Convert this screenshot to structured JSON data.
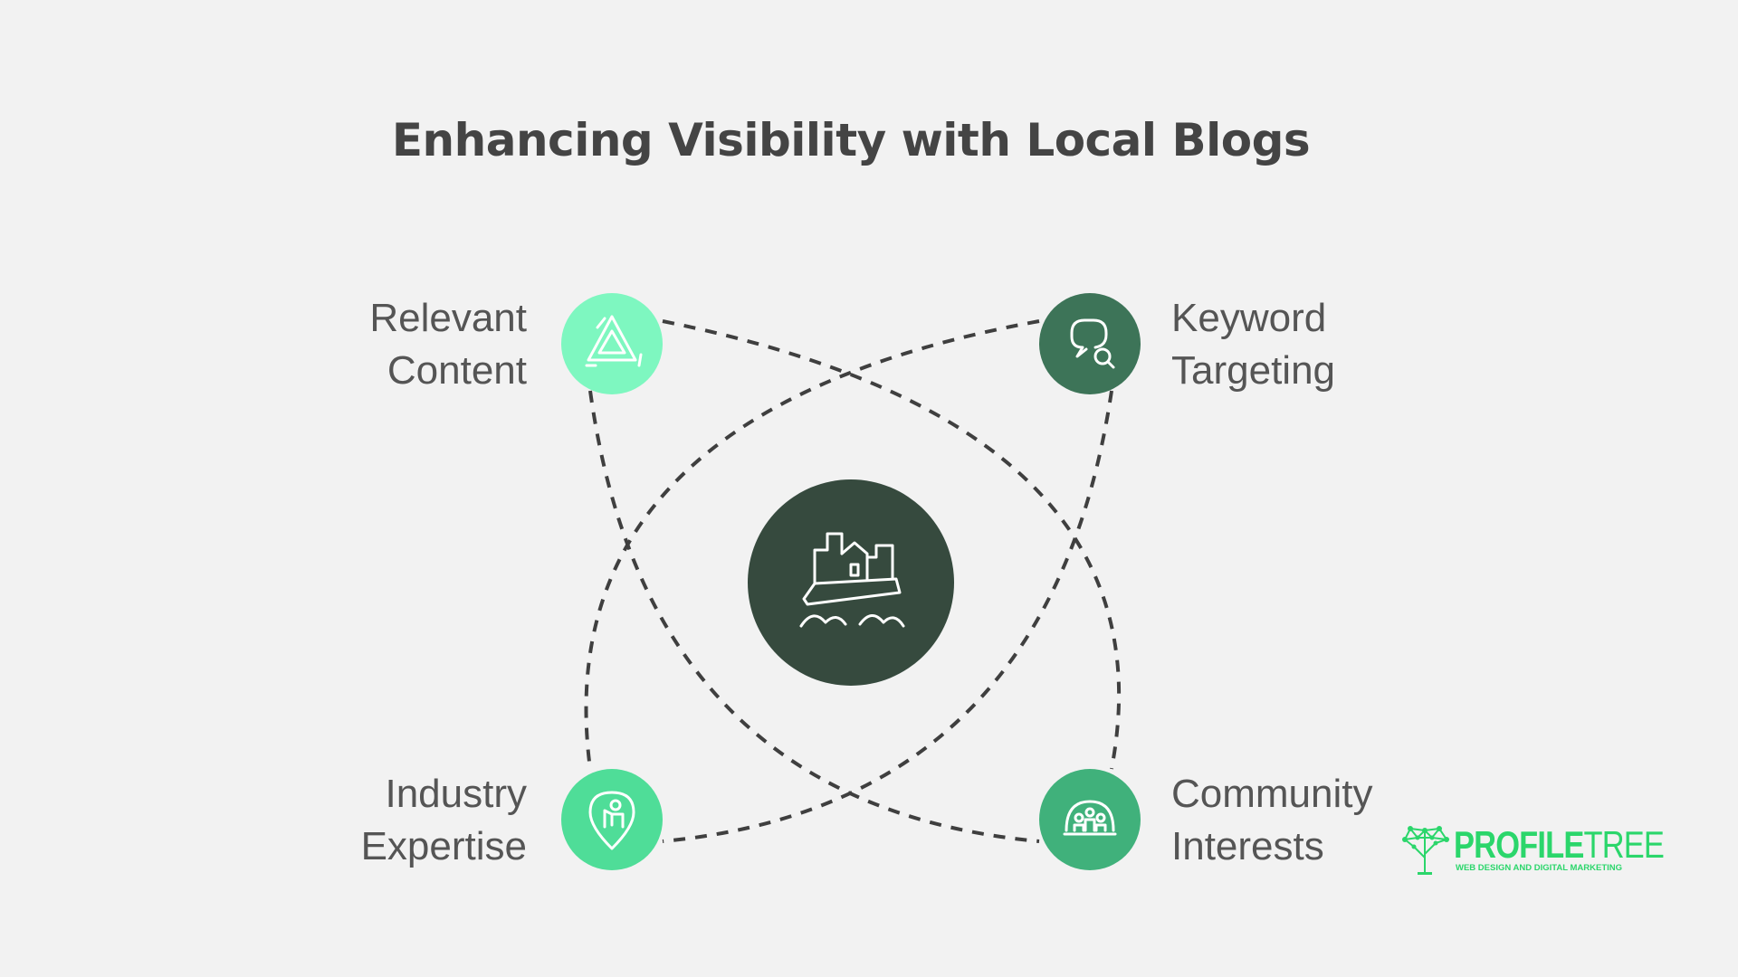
{
  "title": "Enhancing Visibility with Local Blogs",
  "center": {
    "icon": "city-skyline-icon",
    "color": "#364a3e"
  },
  "nodes": [
    {
      "id": "relevant-content",
      "line1": "Relevant",
      "line2": "Content",
      "icon": "triangle-cycle-icon",
      "color": "#7ef7c0"
    },
    {
      "id": "keyword-targeting",
      "line1": "Keyword",
      "line2": "Targeting",
      "icon": "speech-search-icon",
      "color": "#3d7458"
    },
    {
      "id": "industry-expertise",
      "line1": "Industry",
      "line2": "Expertise",
      "icon": "expert-location-icon",
      "color": "#4fdd98"
    },
    {
      "id": "community-interests",
      "line1": "Community",
      "line2": "Interests",
      "icon": "community-group-icon",
      "color": "#40b17b"
    }
  ],
  "logo": {
    "name_bold": "PROFILE",
    "name_thin": "TREE",
    "tagline": "WEB DESIGN AND DIGITAL MARKETING",
    "color": "#2bd66b"
  }
}
